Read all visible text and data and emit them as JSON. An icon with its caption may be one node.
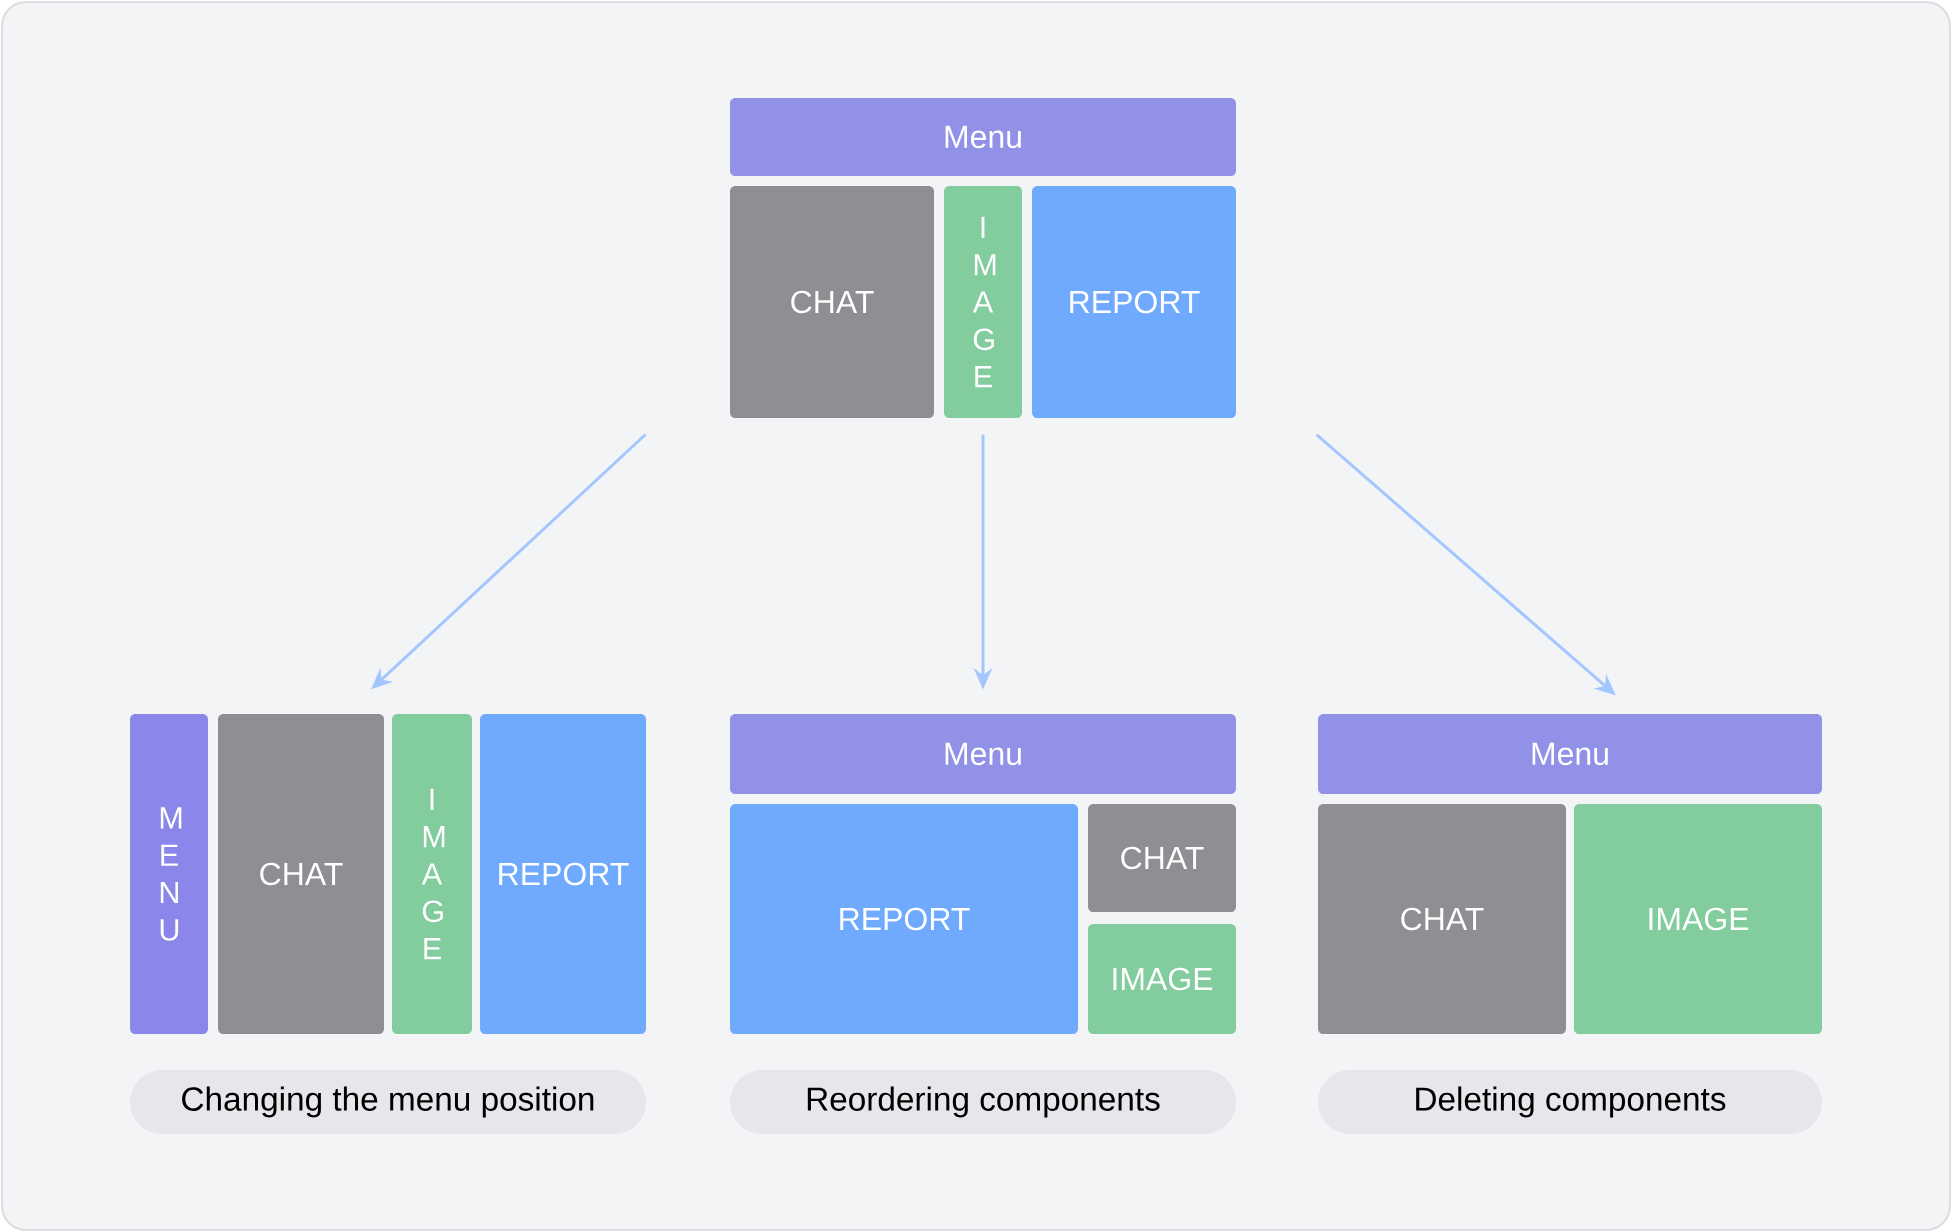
{
  "diagram": {
    "nodes": [
      {
        "text": [
          "Menu"
        ]
      },
      {
        "text": [
          "CHAT"
        ]
      },
      {
        "text": [
          "IMAGE"
        ]
      },
      {
        "text": [
          "REPORT"
        ]
      },
      {
        "text": [
          "MENU"
        ]
      },
      {
        "text": [
          "CHAT"
        ]
      },
      {
        "text": [
          "IMAGE"
        ]
      },
      {
        "text": [
          "REPORT"
        ]
      },
      {
        "text": [
          "Changing the menu position"
        ]
      },
      {
        "text": [
          "Menu"
        ]
      },
      {
        "text": [
          "REPORT"
        ]
      },
      {
        "text": [
          "CHAT"
        ]
      },
      {
        "text": [
          "IMAGE"
        ]
      },
      {
        "text": [
          "Reordering components"
        ]
      },
      {
        "text": [
          "Menu"
        ]
      },
      {
        "text": [
          "CHAT"
        ]
      },
      {
        "text": [
          "IMAGE"
        ]
      },
      {
        "text": [
          "Deleting components"
        ]
      }
    ],
    "edges": [
      {
        "from": 1,
        "to": 5,
        "arrow": "to"
      },
      {
        "from": 2,
        "to": 9,
        "arrow": "to"
      },
      {
        "from": 3,
        "to": 14,
        "arrow": "to"
      }
    ]
  }
}
